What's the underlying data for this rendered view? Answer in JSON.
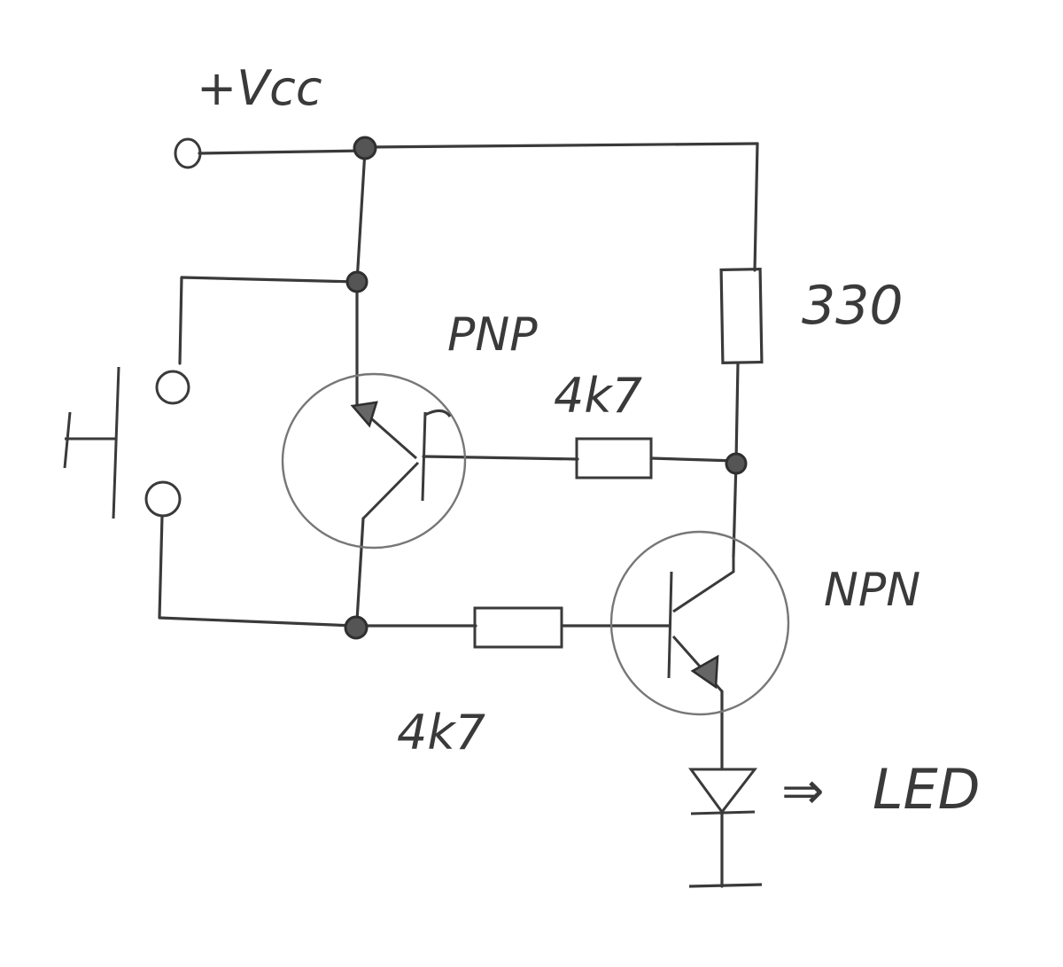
{
  "labels": {
    "vcc": "+Vcc",
    "pnp": "PNP",
    "npn": "NPN",
    "r_collector": "330",
    "r_pnp_base": "4k7",
    "r_npn_base": "4k7",
    "led": "LED",
    "led_arrow": "⇒"
  },
  "colors": {
    "ink": "#3a3a3a",
    "ink_light": "#6f6f6f",
    "paper": "#ffffff"
  }
}
